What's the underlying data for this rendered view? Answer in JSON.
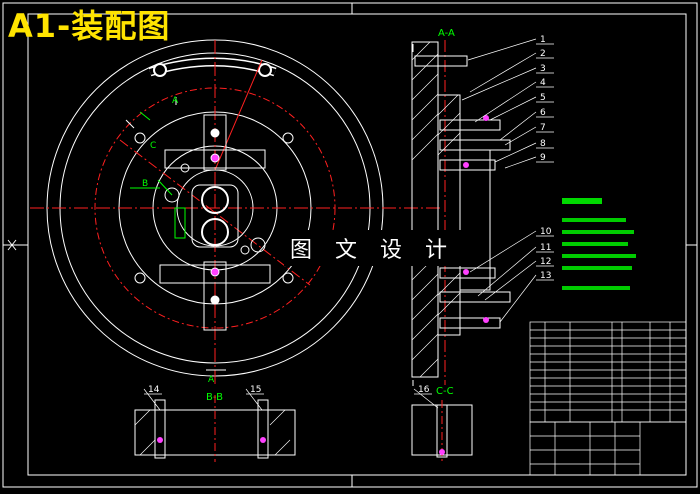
{
  "title": "A1-装配图",
  "watermark": "图 文 设 计",
  "views": {
    "section_aa": "A-A",
    "section_bb": "B-B",
    "section_cc": "C-C",
    "mark_a_top": "A",
    "mark_a_bottom": "A",
    "mark_b": "B",
    "mark_c": "C"
  },
  "part_numbers": [
    "1",
    "2",
    "3",
    "4",
    "5",
    "6",
    "7",
    "8",
    "9",
    "10",
    "11",
    "12",
    "13",
    "14",
    "15",
    "16"
  ],
  "colors": {
    "background": "#000000",
    "outline": "#ffffff",
    "center_line": "#ff2020",
    "annotation": "#00ff00",
    "title": "#ffe400",
    "leader": "#ff40ff"
  }
}
